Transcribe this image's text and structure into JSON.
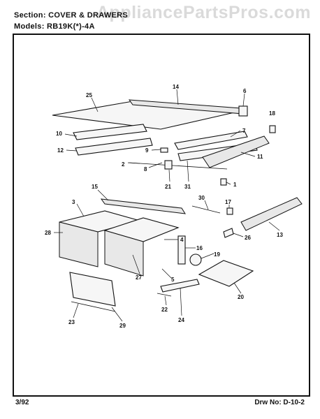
{
  "header": {
    "section": "Section: COVER & DRAWERS",
    "models": "Models: RB19K(*)-4A"
  },
  "watermark": "AppliancePartsPros.com",
  "footer": {
    "date": "3/92",
    "drawing_no": "Drw No: D-10-2"
  },
  "callouts": [
    "25",
    "14",
    "6",
    "18",
    "10",
    "7",
    "12",
    "9",
    "11",
    "2",
    "8",
    "21",
    "31",
    "1",
    "15",
    "30",
    "17",
    "3",
    "28",
    "4",
    "16",
    "13",
    "26",
    "19",
    "5",
    "27",
    "20",
    "23",
    "22",
    "24",
    "29"
  ]
}
